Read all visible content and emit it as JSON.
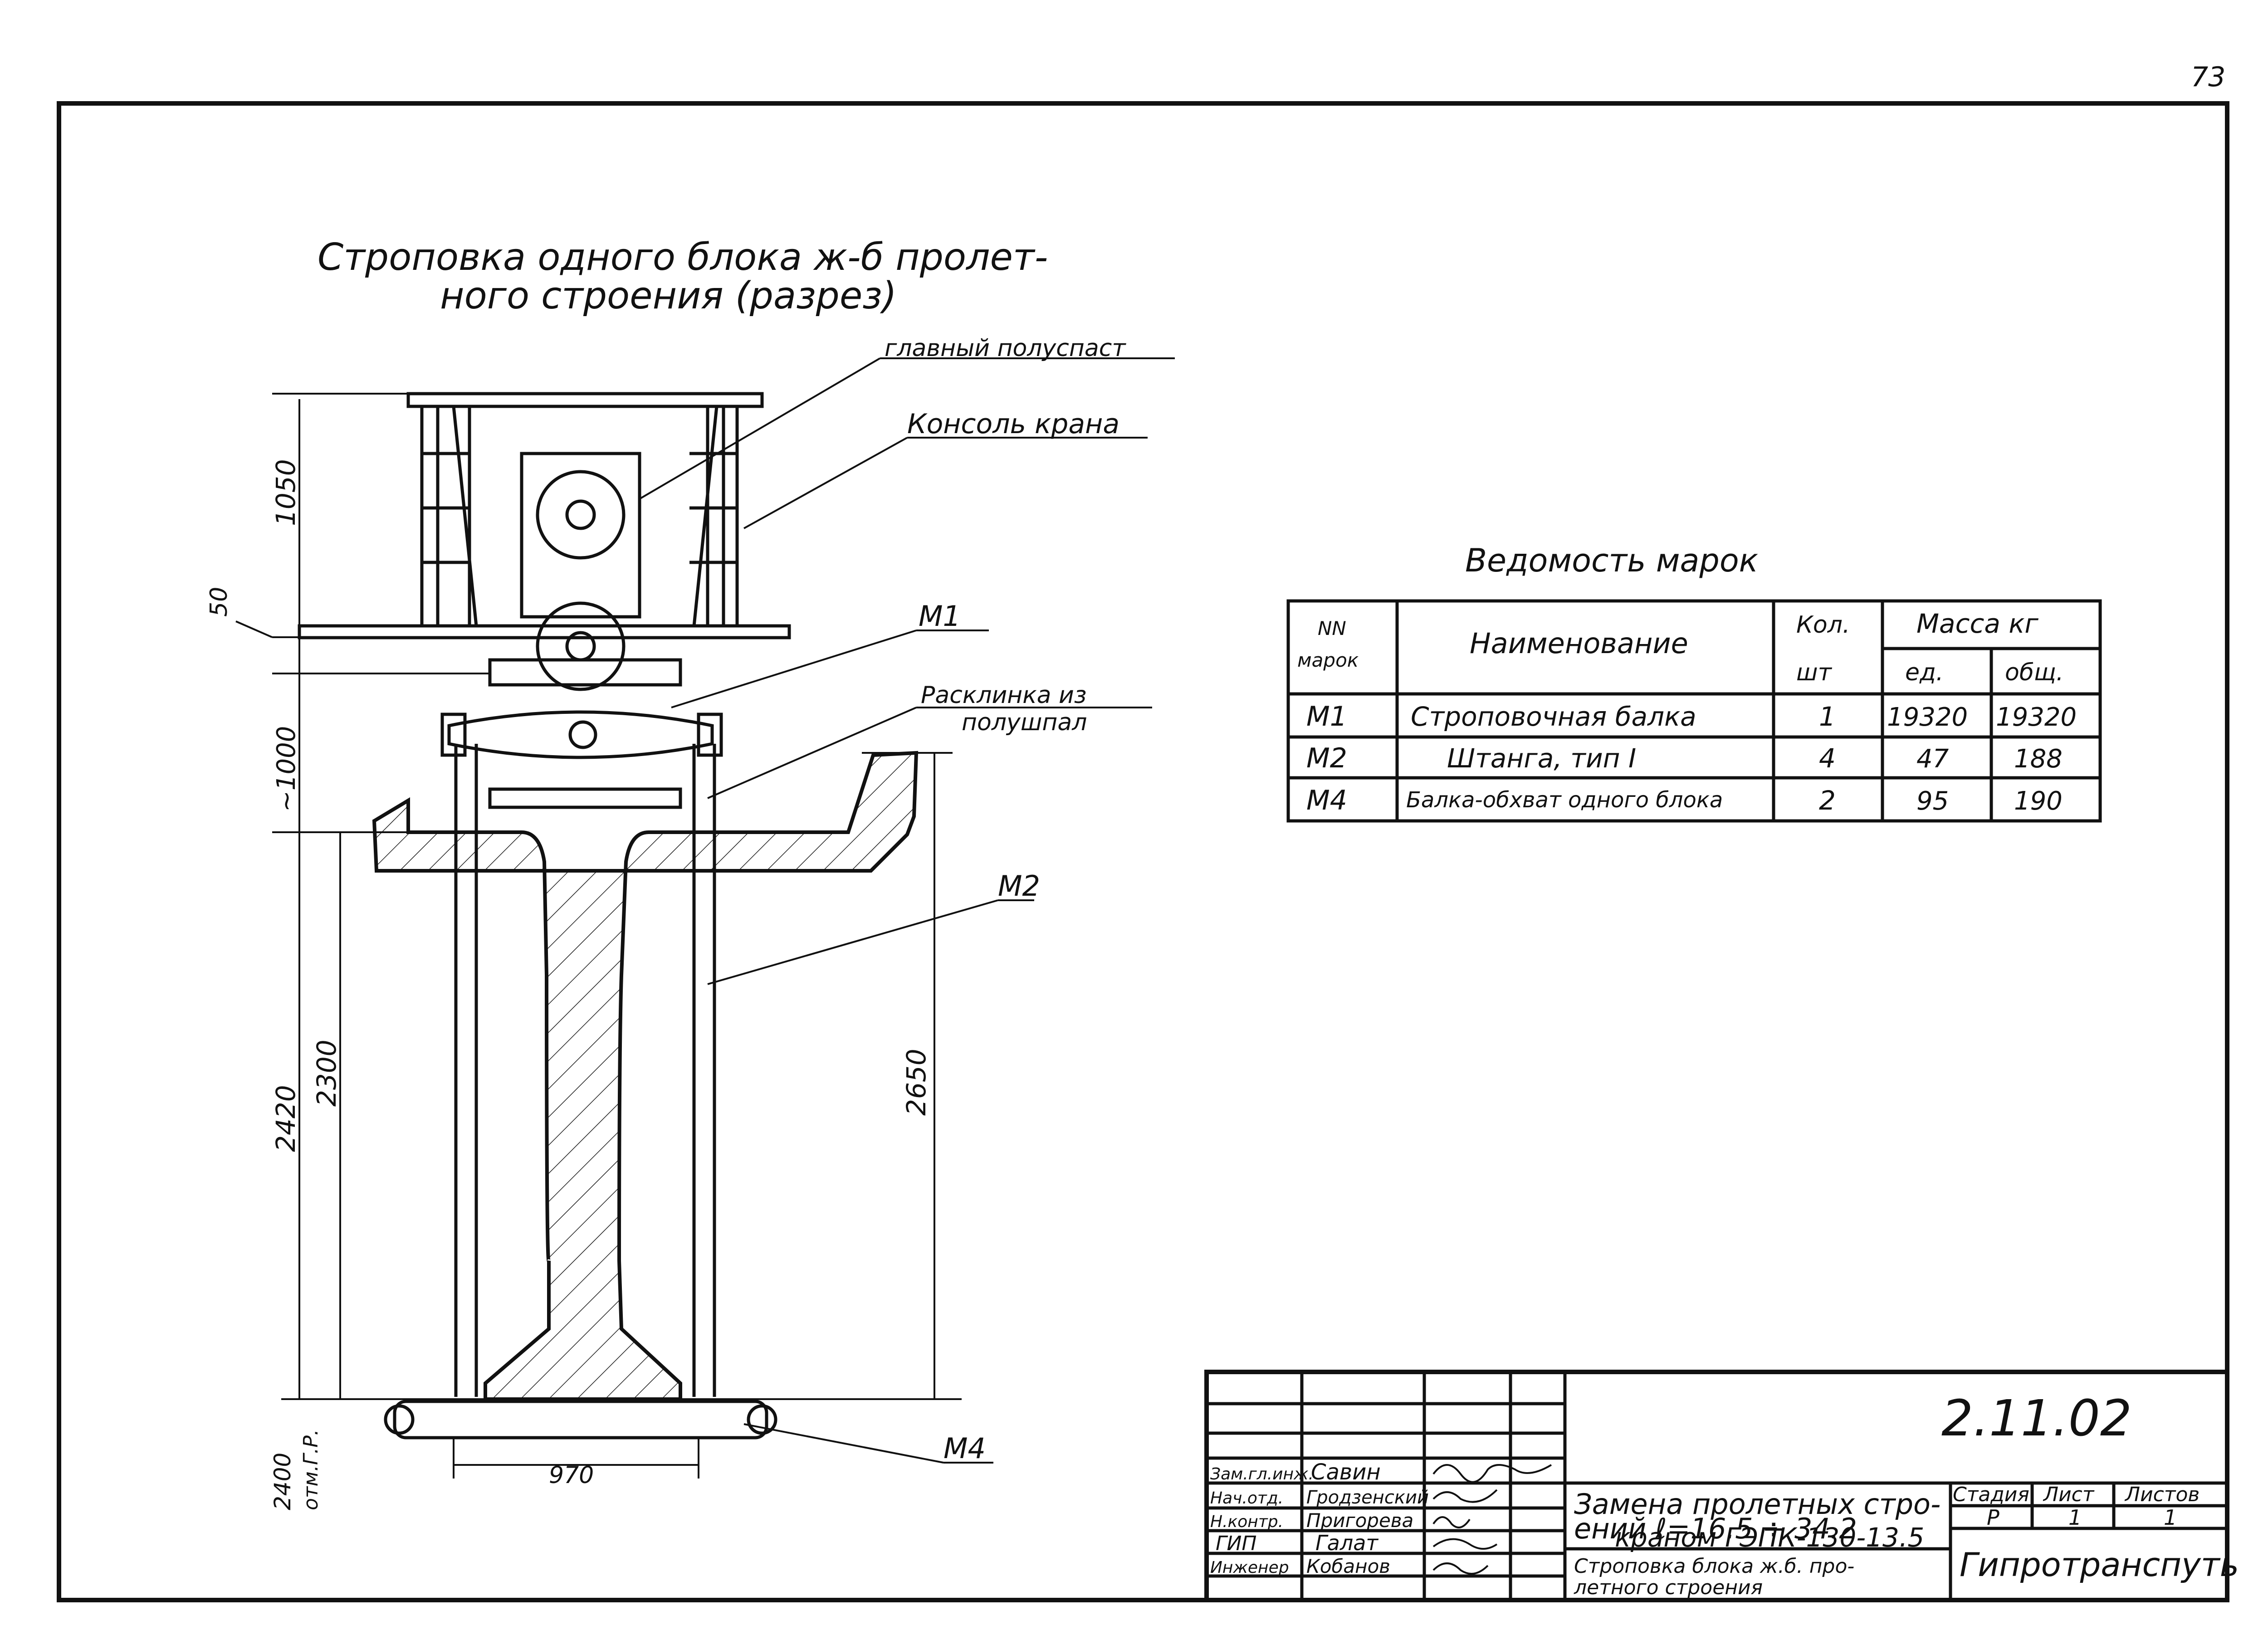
{
  "page_number": "73",
  "drawing": {
    "title_line1": "Строповка одного блока ж-б пролет-",
    "title_line2": "ного строения (разрез)",
    "labels": {
      "main_pulley": "главный полуспаст",
      "crane_console": "Консоль крана",
      "m1": "М1",
      "wedging": "Расклинка из",
      "wedging2": "полушпал",
      "m2": "М2",
      "m4": "М4"
    },
    "dimensions": {
      "d1050": "1050",
      "d50": "50",
      "d1000": "~1000",
      "d2420": "2420",
      "d2300": "2300",
      "d2650": "2650",
      "d970": "970",
      "d2400": "2400",
      "d2400_note": "отм.Г.Р."
    }
  },
  "marks_table": {
    "title": "Ведомость марок",
    "headers": {
      "no": "NN",
      "no2": "марок",
      "name": "Наименование",
      "qty": "Кол.",
      "qty2": "шт",
      "mass": "Масса кг",
      "unit": "ед.",
      "total": "общ."
    },
    "rows": [
      {
        "mark": "М1",
        "name": "Строповочная балка",
        "qty": "1",
        "unit": "19320",
        "total": "19320"
      },
      {
        "mark": "М2",
        "name": "Штанга, тип I",
        "qty": "4",
        "unit": "47",
        "total": "188"
      },
      {
        "mark": "М4",
        "name": "Балка-обхват одного блока",
        "qty": "2",
        "unit": "95",
        "total": "190"
      }
    ]
  },
  "title_block": {
    "doc_code": "2.11.02",
    "roles": [
      {
        "role": "Зам.гл.инж.",
        "name": "Савин"
      },
      {
        "role": "Нач.отд.",
        "name": "Гродзенский"
      },
      {
        "role": "Н.контр.",
        "name": "Пригорева"
      },
      {
        "role": "ГИП",
        "name": "Галат"
      },
      {
        "role": "Инженер",
        "name": "Кобанов"
      }
    ],
    "project_line1": "Замена пролетных стро-",
    "project_line2": "ений ℓ=16.5 ÷ 34.2",
    "project_line3": "краном ГЭПК-130-13.5",
    "sheet_title1": "Строповка блока ж.б. про-",
    "sheet_title2": "летного строения",
    "stage_label": "Стадия",
    "sheet_label": "Лист",
    "sheets_label": "Листов",
    "stage": "Р",
    "sheet": "1",
    "sheets": "1",
    "organization": "Гипротранспуть"
  }
}
